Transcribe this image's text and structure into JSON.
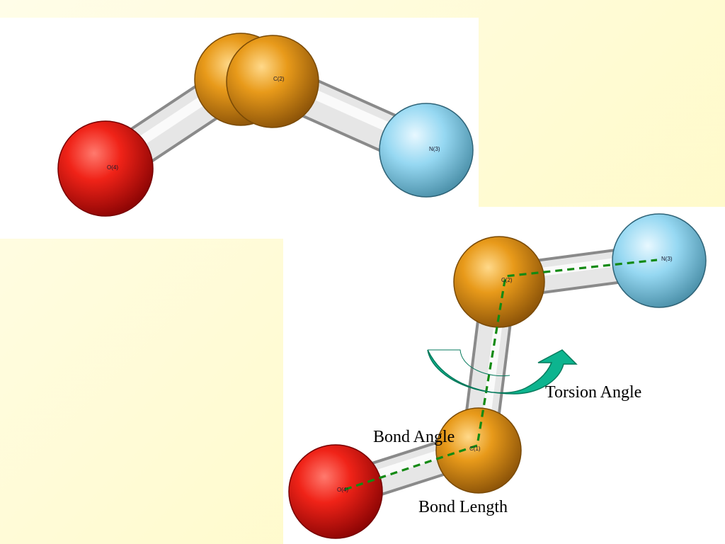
{
  "colors": {
    "oxygen": "#e51515",
    "carbon": "#e29112",
    "nitrogen": "#8dd3ef",
    "bond": "#d8d8d8",
    "path": "#138a13",
    "arrow": "#0db48f",
    "background": "#fffbd6"
  },
  "molecule_top": {
    "atoms": {
      "o4": "O(4)",
      "c2": "C(2)",
      "n3": "N(3)"
    }
  },
  "molecule_bottom": {
    "atoms": {
      "c2": "C(2)",
      "n3": "N(3)",
      "c1": "C(1)",
      "o4": "O(4)"
    }
  },
  "annotations": {
    "torsion": "Torsion Angle",
    "bond_angle": "Bond Angle",
    "bond_length": "Bond Length"
  },
  "icons": {
    "rotation": "torsion-rotation-arrow-icon"
  }
}
